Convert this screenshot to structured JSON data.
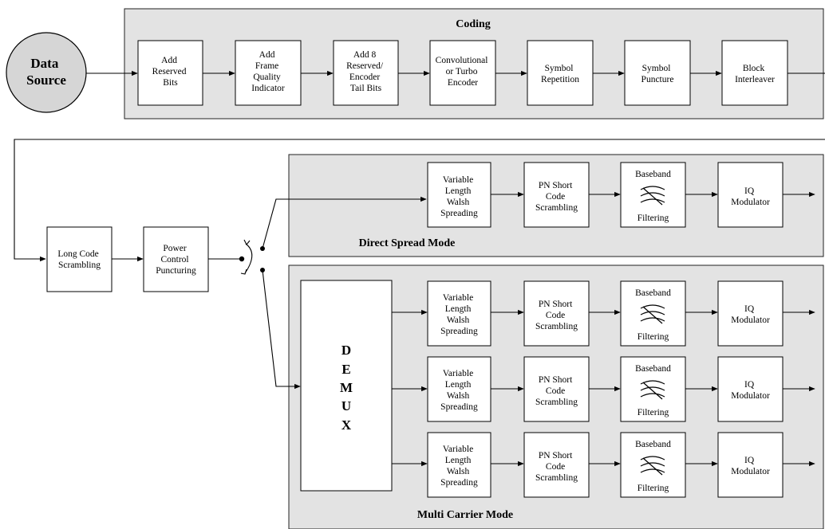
{
  "source": {
    "lines": [
      "Data",
      "Source"
    ]
  },
  "coding": {
    "title": "Coding",
    "blocks": [
      {
        "lines": [
          "Add",
          "Reserved",
          "Bits"
        ]
      },
      {
        "lines": [
          "Add",
          "Frame",
          "Quality",
          "Indicator"
        ]
      },
      {
        "lines": [
          "Add 8",
          "Reserved/",
          "Encoder",
          "Tail Bits"
        ]
      },
      {
        "lines": [
          "Convolutional",
          "or Turbo",
          "Encoder"
        ]
      },
      {
        "lines": [
          "Symbol",
          "Repetition"
        ]
      },
      {
        "lines": [
          "Symbol",
          "Puncture"
        ]
      },
      {
        "lines": [
          "Block",
          "Interleaver"
        ]
      }
    ]
  },
  "pre": {
    "long_code": {
      "lines": [
        "Long Code",
        "Scrambling"
      ]
    },
    "power_control": {
      "lines": [
        "Power",
        "Control",
        "Puncturing"
      ]
    }
  },
  "direct": {
    "title": "Direct Spread Mode",
    "blocks": [
      {
        "lines": [
          "Variable",
          "Length",
          "Walsh",
          "Spreading"
        ]
      },
      {
        "lines": [
          "PN Short",
          "Code",
          "Scrambling"
        ]
      },
      {
        "lines": [
          "Baseband",
          "Filtering"
        ],
        "icon": "lowpass-filter-icon"
      },
      {
        "lines": [
          "IQ",
          "Modulator"
        ]
      }
    ]
  },
  "multi": {
    "title": "Multi Carrier Mode",
    "demux": [
      "D",
      "E",
      "M",
      "U",
      "X"
    ],
    "chains": [
      {
        "blocks": [
          {
            "lines": [
              "Variable",
              "Length",
              "Walsh",
              "Spreading"
            ]
          },
          {
            "lines": [
              "PN Short",
              "Code",
              "Scrambling"
            ]
          },
          {
            "lines": [
              "Baseband",
              "Filtering"
            ],
            "icon": "lowpass-filter-icon"
          },
          {
            "lines": [
              "IQ",
              "Modulator"
            ]
          }
        ]
      },
      {
        "blocks": [
          {
            "lines": [
              "Variable",
              "Length",
              "Walsh",
              "Spreading"
            ]
          },
          {
            "lines": [
              "PN Short",
              "Code",
              "Scrambling"
            ]
          },
          {
            "lines": [
              "Baseband",
              "Filtering"
            ],
            "icon": "lowpass-filter-icon"
          },
          {
            "lines": [
              "IQ",
              "Modulator"
            ]
          }
        ]
      },
      {
        "blocks": [
          {
            "lines": [
              "Variable",
              "Length",
              "Walsh",
              "Spreading"
            ]
          },
          {
            "lines": [
              "PN Short",
              "Code",
              "Scrambling"
            ]
          },
          {
            "lines": [
              "Baseband",
              "Filtering"
            ],
            "icon": "lowpass-filter-icon"
          },
          {
            "lines": [
              "IQ",
              "Modulator"
            ]
          }
        ]
      }
    ]
  },
  "switch": {
    "icon": "mode-switch-icon"
  }
}
